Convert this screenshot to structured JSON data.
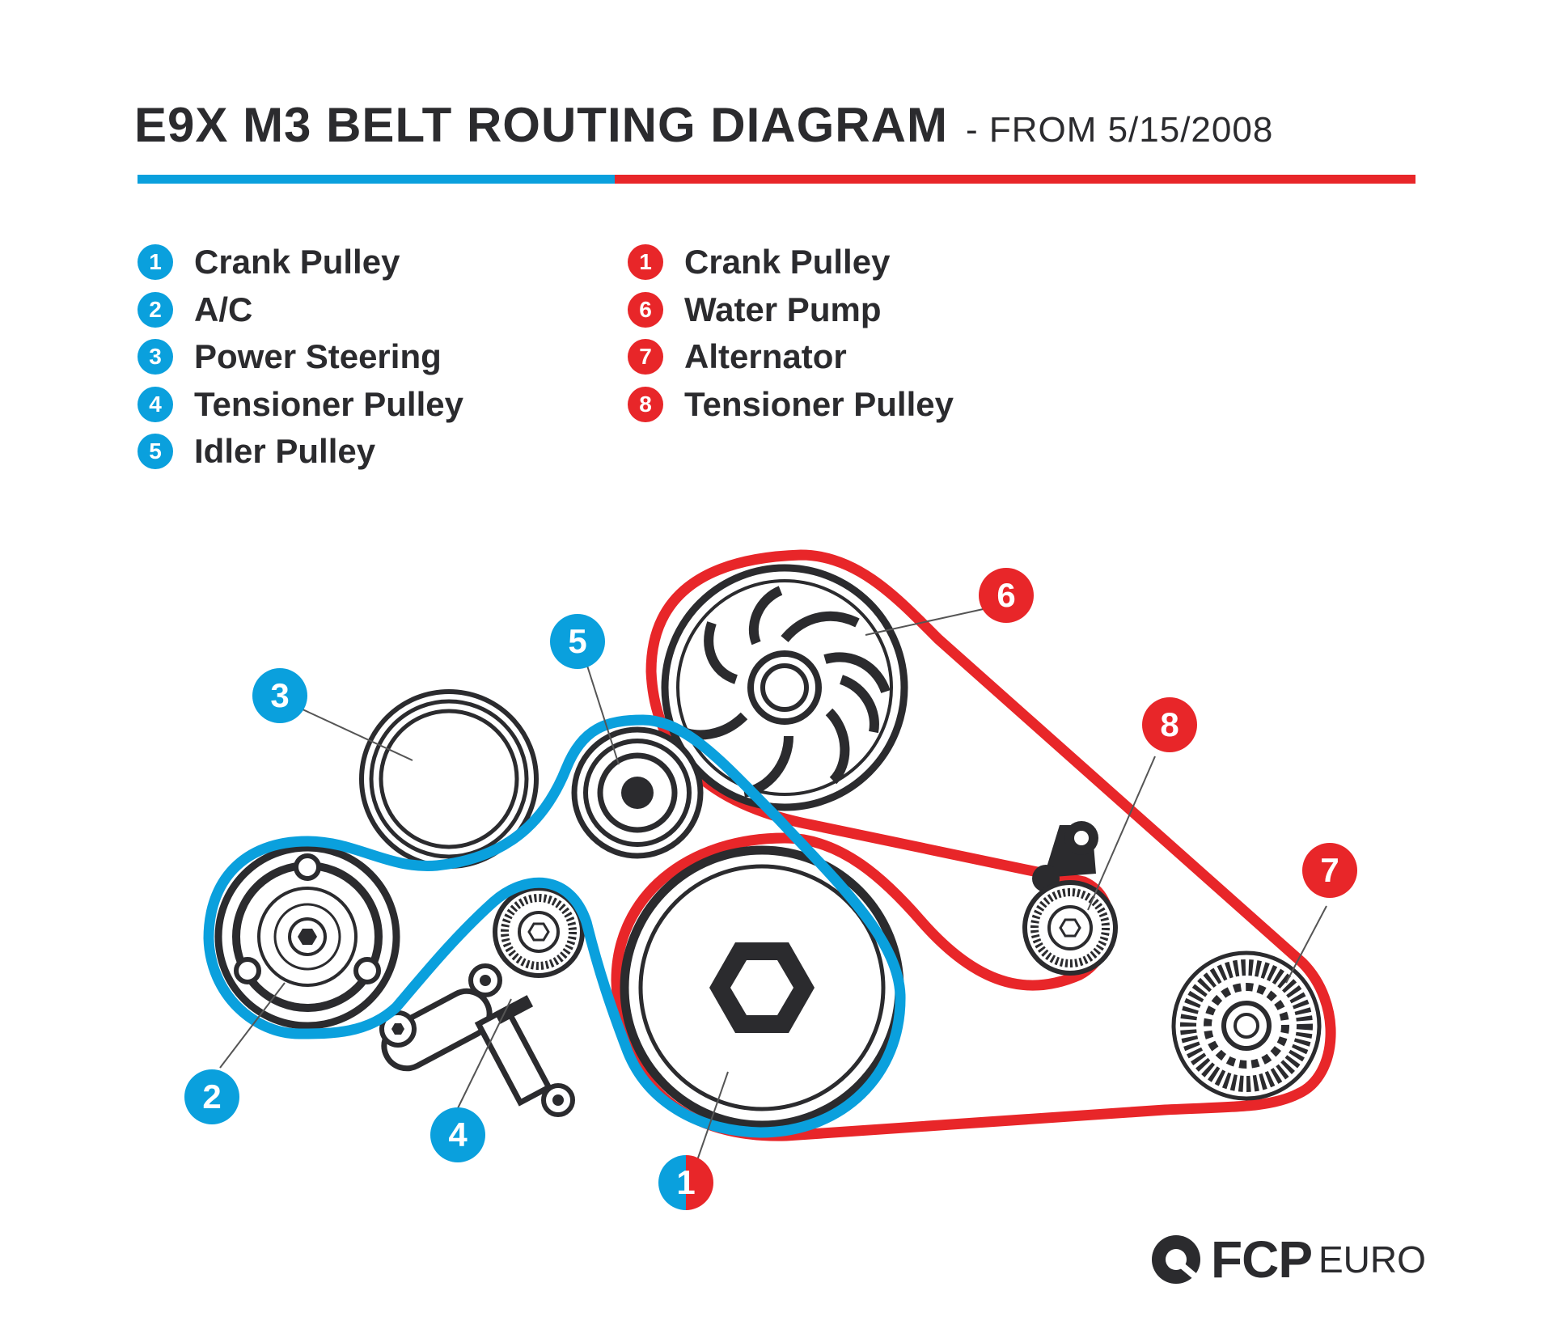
{
  "header": {
    "title": "E9X M3 BELT ROUTING DIAGRAM",
    "subtitle": "- FROM 5/15/2008"
  },
  "colors": {
    "blue_belt": "#0aa0dd",
    "red_belt": "#e82629",
    "component": "#2b2b2e"
  },
  "legend_blue": [
    {
      "num": "1",
      "label": "Crank Pulley"
    },
    {
      "num": "2",
      "label": "A/C"
    },
    {
      "num": "3",
      "label": "Power Steering"
    },
    {
      "num": "4",
      "label": "Tensioner Pulley"
    },
    {
      "num": "5",
      "label": "Idler Pulley"
    }
  ],
  "legend_red": [
    {
      "num": "1",
      "label": "Crank Pulley"
    },
    {
      "num": "6",
      "label": "Water Pump"
    },
    {
      "num": "7",
      "label": "Alternator"
    },
    {
      "num": "8",
      "label": "Tensioner Pulley"
    }
  ],
  "callouts": {
    "c1": "1",
    "c2": "2",
    "c3": "3",
    "c4": "4",
    "c5": "5",
    "c6": "6",
    "c7": "7",
    "c8": "8"
  },
  "logo": {
    "icon": "fcp-euro-logo-icon",
    "brand": "FCP",
    "suffix": "EURO"
  }
}
